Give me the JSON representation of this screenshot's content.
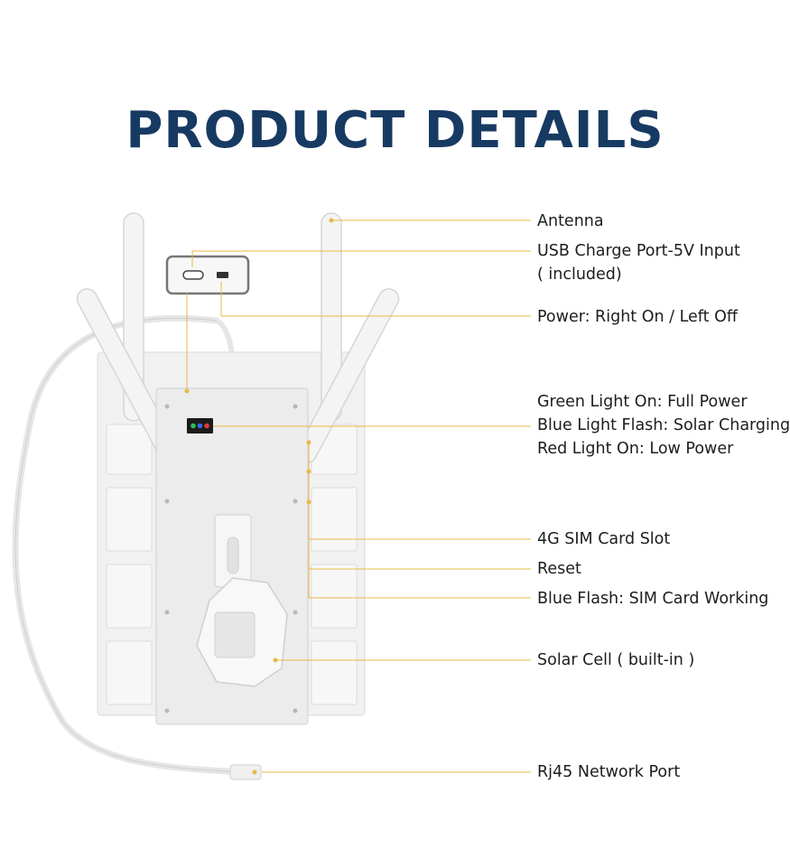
{
  "title": "PRODUCT DETAILS",
  "accent_color": "#e8b84a",
  "title_color": "#173a63",
  "callouts": {
    "antenna": "Antenna",
    "usb_line1": "USB Charge Port-5V Input",
    "usb_line2": "( included)",
    "power": "Power: Right On / Left Off",
    "green_light": "Green Light On: Full Power",
    "blue_light": "Blue Light Flash: Solar Charging",
    "red_light": "Red Light On: Low Power",
    "sim_slot": "4G SIM Card Slot",
    "reset": "Reset",
    "blue_flash": "Blue Flash: SIM Card Working",
    "solar_cell": "Solar Cell ( built-in )",
    "rj45": "Rj45 Network Port"
  }
}
